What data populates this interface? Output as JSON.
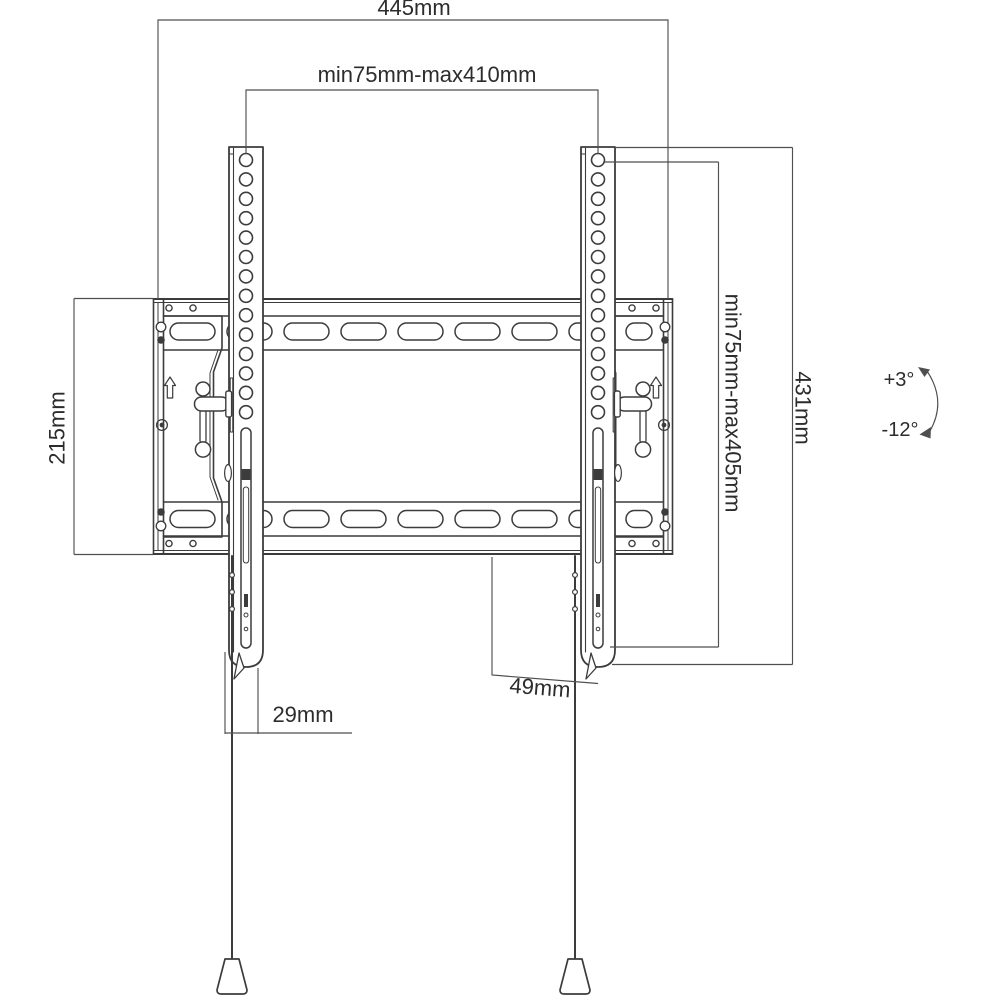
{
  "labels": {
    "overall_width": "445mm",
    "vesa_width_range": "min75mm-max410mm",
    "wall_plate_height": "215mm",
    "vesa_height_range": "min75mm-max405mm",
    "bracket_height": "431mm",
    "bottom_gap_left": "29mm",
    "bottom_gap_right": "49mm",
    "tilt_up": "+3°",
    "tilt_down": "-12°"
  },
  "colors": {
    "background": "#ffffff",
    "drawing_line": "#3c3c3c",
    "dimension_line": "#4f4f4f",
    "label_text": "#2c2c2c"
  }
}
